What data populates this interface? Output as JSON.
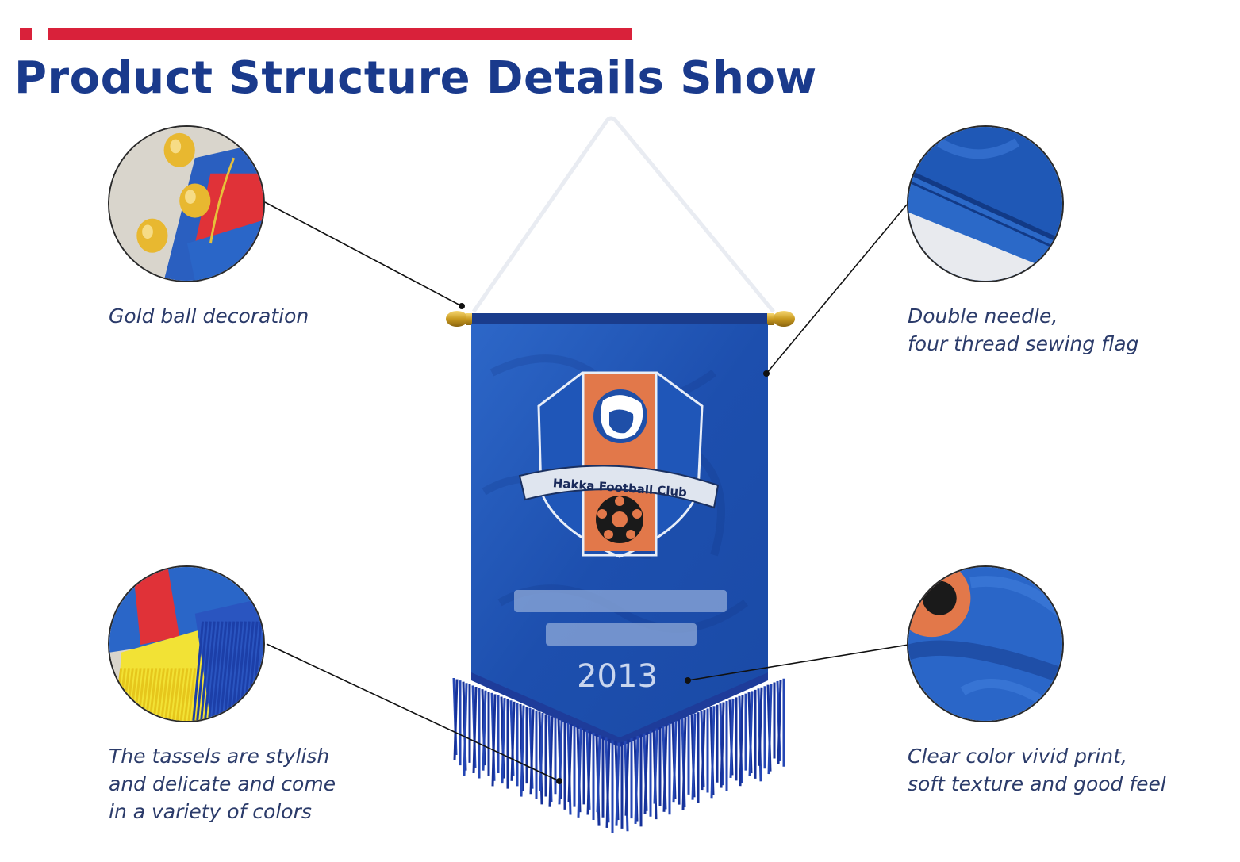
{
  "header": {
    "title": "Product Structure Details Show",
    "accent_color": "#d9213a",
    "title_color": "#1a3a8c"
  },
  "product": {
    "banner_club_name": "Hakka Football Club",
    "banner_year": "2013",
    "banner_color": "#1f56b8",
    "shield_color": "#e2784a"
  },
  "details": [
    {
      "id": "gold-ball",
      "caption_lines": [
        "Gold ball decoration"
      ]
    },
    {
      "id": "double-needle",
      "caption_lines": [
        "Double needle,",
        "four thread sewing flag"
      ]
    },
    {
      "id": "tassels",
      "caption_lines": [
        "The tassels are stylish",
        "and delicate and come",
        "in a variety of colors"
      ]
    },
    {
      "id": "print",
      "caption_lines": [
        "Clear color vivid print,",
        "soft texture and good feel"
      ]
    }
  ]
}
